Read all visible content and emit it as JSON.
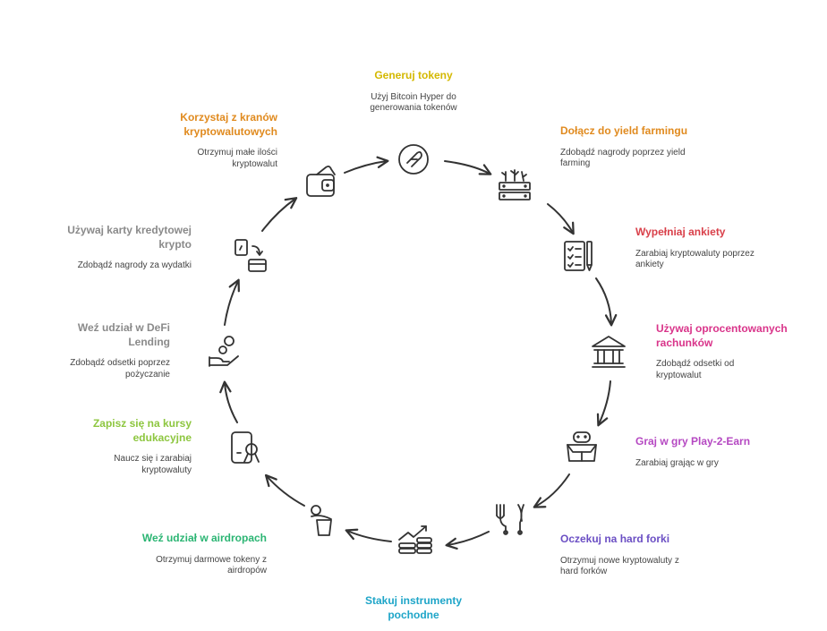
{
  "colors": {
    "stroke": "#333333",
    "generuj": "#d4b800",
    "dolacz": "#e08a1e",
    "wypelniaj": "#d9404a",
    "rachunki": "#d9348a",
    "play": "#b548c2",
    "hardfork": "#6b4fc4",
    "stakuj": "#1ea5c8",
    "airdrop": "#2bb573",
    "kursy": "#8dc63f",
    "grey": "#8a8a8a",
    "kranow": "#e08a1e"
  },
  "steps": [
    {
      "id": "generuj",
      "title": "Generuj tokeny",
      "desc": "Użyj Bitcoin Hyper do generowania tokenów",
      "icon": "coin-icon"
    },
    {
      "id": "dolacz",
      "title": "Dołącz do yield farmingu",
      "desc": "Zdobądź nagrody poprzez yield farming",
      "icon": "farm-icon"
    },
    {
      "id": "wypelniaj",
      "title": "Wypełniaj ankiety",
      "desc": "Zarabiaj kryptowaluty poprzez ankiety",
      "icon": "survey-icon"
    },
    {
      "id": "rachunki",
      "title": "Używaj oprocentowanych rachunków",
      "desc": "Zdobądź odsetki od kryptowalut",
      "icon": "bank-icon"
    },
    {
      "id": "play",
      "title": "Graj w gry Play-2-Earn",
      "desc": "Zarabiaj grając w gry",
      "icon": "gamepad-box-icon"
    },
    {
      "id": "hardfork",
      "title": "Oczekuj na hard forki",
      "desc": "Otrzymuj nowe kryptowaluty z hard forków",
      "icon": "fork-icon"
    },
    {
      "id": "stakuj",
      "title": "Stakuj instrumenty pochodne",
      "desc": "",
      "icon": "chart-coins-icon"
    },
    {
      "id": "airdrop",
      "title": "Weź udział w airdropach",
      "desc": "Otrzymuj darmowe tokeny z airdropów",
      "icon": "airdrop-icon"
    },
    {
      "id": "kursy",
      "title": "Zapisz się na kursy edukacyjne",
      "desc": "Naucz się i zarabiaj kryptowaluty",
      "icon": "certificate-icon"
    },
    {
      "id": "defi",
      "title": "Weź udział w DeFi Lending",
      "desc": "Zdobądź odsetki poprzez pożyczanie",
      "icon": "hand-coins-icon"
    },
    {
      "id": "karta",
      "title": "Używaj karty kredytowej krypto",
      "desc": "Zdobądź nagrody za wydatki",
      "icon": "card-exchange-icon"
    },
    {
      "id": "kranow",
      "title": "Korzystaj z kranów kryptowalutowych",
      "desc": "Otrzymuj małe ilości kryptowalut",
      "icon": "wallet-icon"
    }
  ]
}
